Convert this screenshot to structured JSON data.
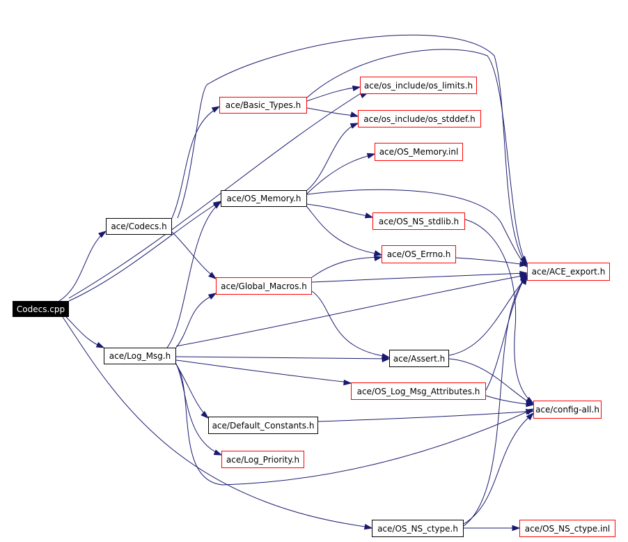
{
  "nodes": {
    "codecs_cpp": "Codecs.cpp",
    "codecs_h": "ace/Codecs.h",
    "log_msg_h": "ace/Log_Msg.h",
    "basic_types_h": "ace/Basic_Types.h",
    "os_memory_h": "ace/OS_Memory.h",
    "global_macros_h": "ace/Global_Macros.h",
    "default_constants_h": "ace/Default_Constants.h",
    "log_priority_h": "ace/Log_Priority.h",
    "os_limits_h": "ace/os_include/os_limits.h",
    "os_stddef_h": "ace/os_include/os_stddef.h",
    "os_memory_inl": "ace/OS_Memory.inl",
    "os_ns_stdlib_h": "ace/OS_NS_stdlib.h",
    "os_errno_h": "ace/OS_Errno.h",
    "assert_h": "ace/Assert.h",
    "os_log_msg_attributes_h": "ace/OS_Log_Msg_Attributes.h",
    "ace_export_h": "ace/ACE_export.h",
    "config_all_h": "ace/config-all.h",
    "os_ns_ctype_h": "ace/OS_NS_ctype.h",
    "os_ns_ctype_inl": "ace/OS_NS_ctype.inl"
  },
  "colors": {
    "edge": "#191970",
    "documented_border": "#000000",
    "undocumented_border": "#ff0000",
    "root_fill": "#000000",
    "root_text": "#ffffff"
  }
}
